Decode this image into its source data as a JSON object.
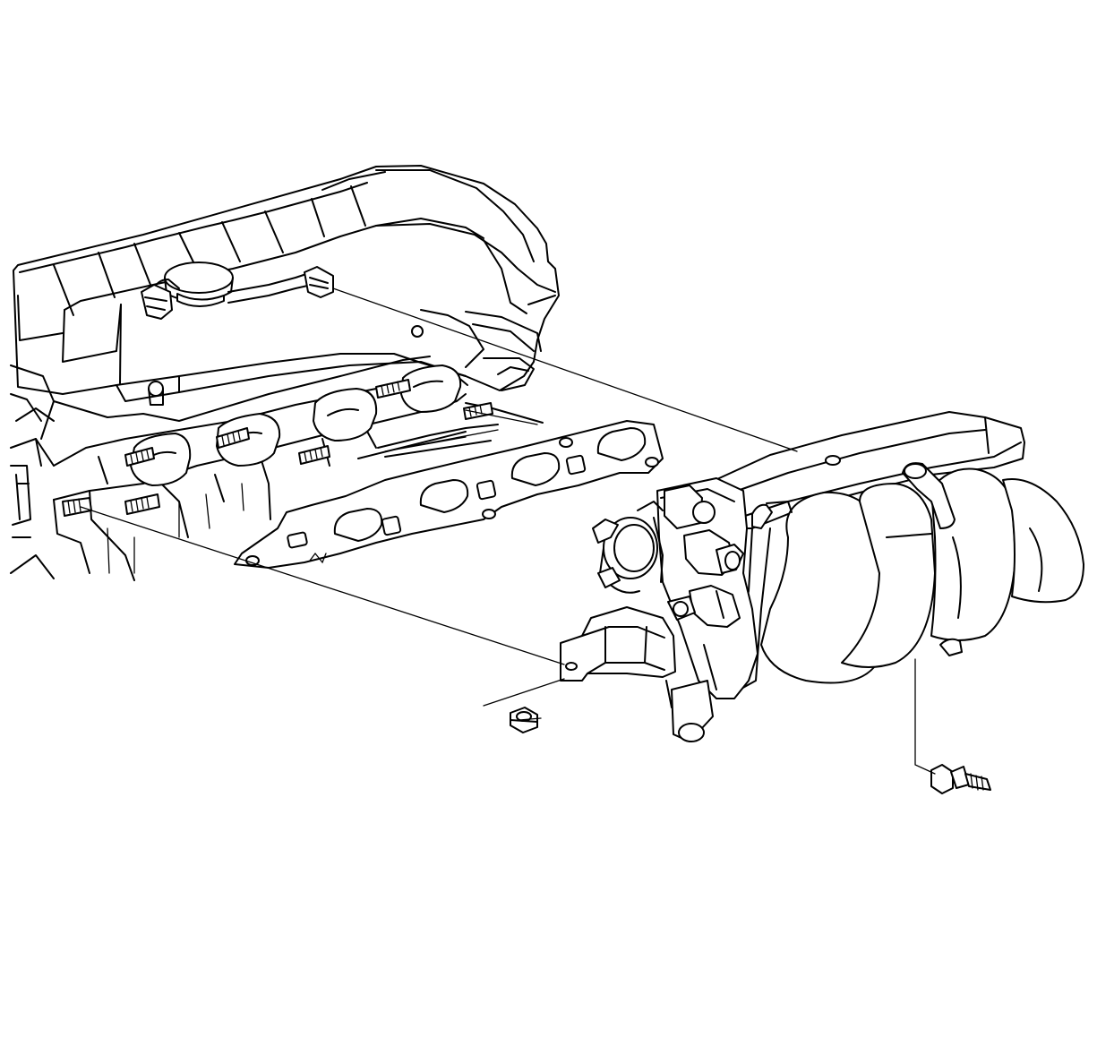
{
  "diagram": {
    "line_color": "#000000",
    "background": "#ffffff",
    "components": [
      "engine-valve-cover",
      "cylinder-head",
      "intake-manifold-gasket",
      "intake-manifold",
      "throttle-body",
      "manifold-nut",
      "manifold-bolt"
    ]
  }
}
